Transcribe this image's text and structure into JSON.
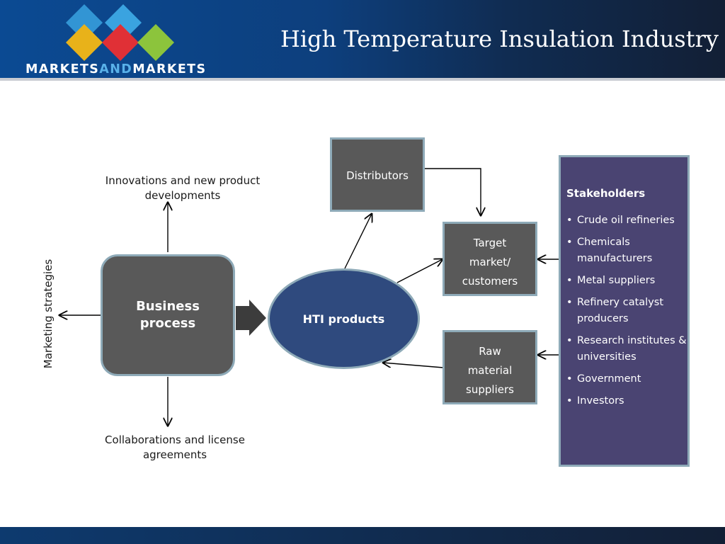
{
  "header": {
    "logo": {
      "part1": "MARKETS",
      "part2": "AND",
      "part3": "MARKETS"
    },
    "title": "High Temperature Insulation Industry"
  },
  "diagram": {
    "business_process": "Business process",
    "hti_products": "HTI products",
    "innovations": "Innovations and new product developments",
    "collaborations": "Collaborations and license agreements",
    "marketing": "Marketing strategies",
    "distributors": "Distributors",
    "target_market": "Target market/ customers",
    "raw_material": "Raw material suppliers"
  },
  "stakeholders": {
    "title": "Stakeholders",
    "bullet": "•",
    "items": [
      "Crude oil refineries",
      "Chemicals manufacturers",
      "Metal suppliers",
      "Refinery catalyst producers",
      "Research institutes & universities",
      "Government",
      "Investors"
    ]
  },
  "colors": {
    "header_blue": "#0d3f7d",
    "box_gray": "#595959",
    "box_border": "#8eaab8",
    "ellipse_blue": "#2f4a7e",
    "panel_purple": "#4a4472",
    "logo_yellow": "#e8b21a",
    "logo_red": "#e03036",
    "logo_green": "#8cc43c",
    "logo_blue": "#3aa3e0"
  }
}
